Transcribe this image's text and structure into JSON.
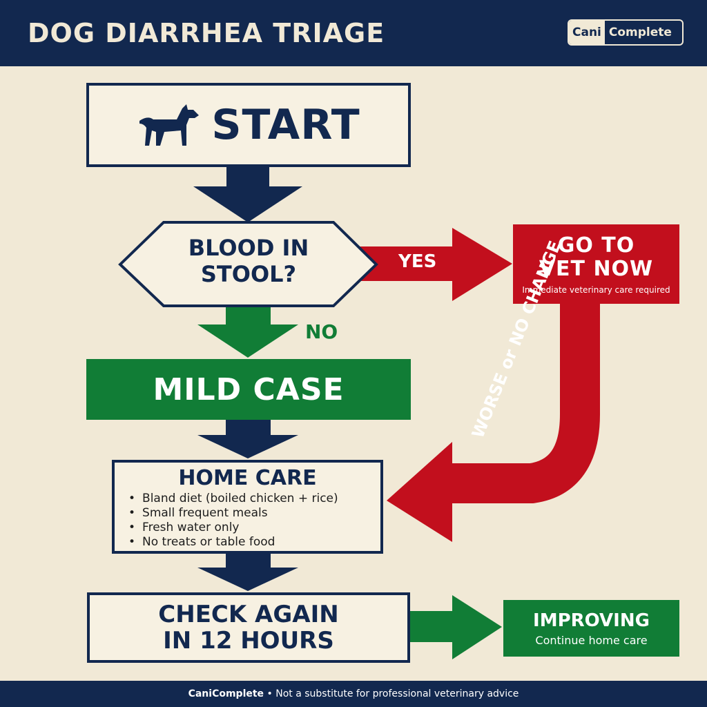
{
  "header": {
    "title": "DOG DIARRHEA TRIAGE",
    "logo_part1": "Cani",
    "logo_part2": "Complete"
  },
  "nodes": {
    "start": {
      "label": "START",
      "icon": "dog-icon"
    },
    "question": {
      "line1": "BLOOD IN",
      "line2": "STOOL?"
    },
    "vet": {
      "title_line1": "GO TO",
      "title_line2": "VET NOW",
      "subtitle": "Immediate veterinary care required"
    },
    "mild": {
      "label": "MILD CASE"
    },
    "home_care": {
      "title": "HOME CARE",
      "items": [
        "Bland diet (boiled chicken + rice)",
        "Small frequent meals",
        "Fresh water only",
        "No treats or table food"
      ]
    },
    "check": {
      "line1": "CHECK AGAIN",
      "line2": "IN 12 HOURS"
    },
    "improving": {
      "title": "IMPROVING",
      "subtitle": "Continue home care"
    }
  },
  "edges": {
    "yes": "YES",
    "no": "NO",
    "worse": "WORSE or NO CHANGE"
  },
  "footer": {
    "brand": "CaniComplete",
    "separator": "•",
    "disclaimer": "Not a substitute for professional veterinary advice"
  },
  "colors": {
    "navy": "#12284f",
    "cream": "#f1e9d6",
    "green": "#117d36",
    "red": "#c20f1d"
  }
}
